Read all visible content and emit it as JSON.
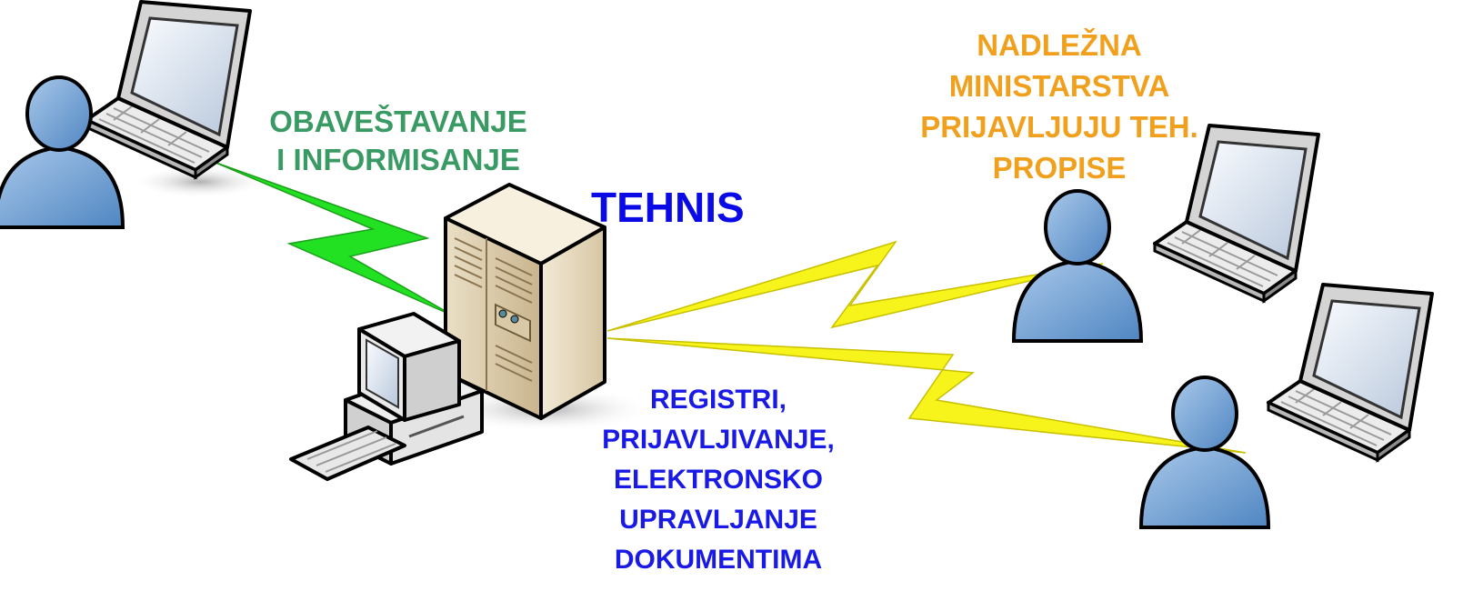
{
  "labels": {
    "informing": [
      "OBAVEŠTAVANJE",
      "I INFORMISANJE"
    ],
    "system": "TEHNIS",
    "ministries": [
      "NADLEŽNA",
      "MINISTARSTVA",
      "PRIJAVLJUJU TEH.",
      "PROPISE"
    ],
    "services": [
      "REGISTRI,",
      "PRIJAVLJIVANJE,",
      "ELEKTRONSKO",
      "UPRAVLJANJE",
      "DOKUMENTIMA"
    ]
  },
  "colors": {
    "informing": "#3a9a64",
    "system": "#0a0ae6",
    "ministries": "#f0a01c",
    "services": "#1a1ae6",
    "link_left": "#22e022",
    "link_right": "#f6f41a",
    "user": "#6ea2d6",
    "server": "#e6d9be"
  },
  "icons": {
    "user_laptop": "user-with-laptop-icon",
    "server": "server-tower-icon",
    "workstation": "desktop-computer-icon",
    "link": "lightning-link-icon"
  }
}
